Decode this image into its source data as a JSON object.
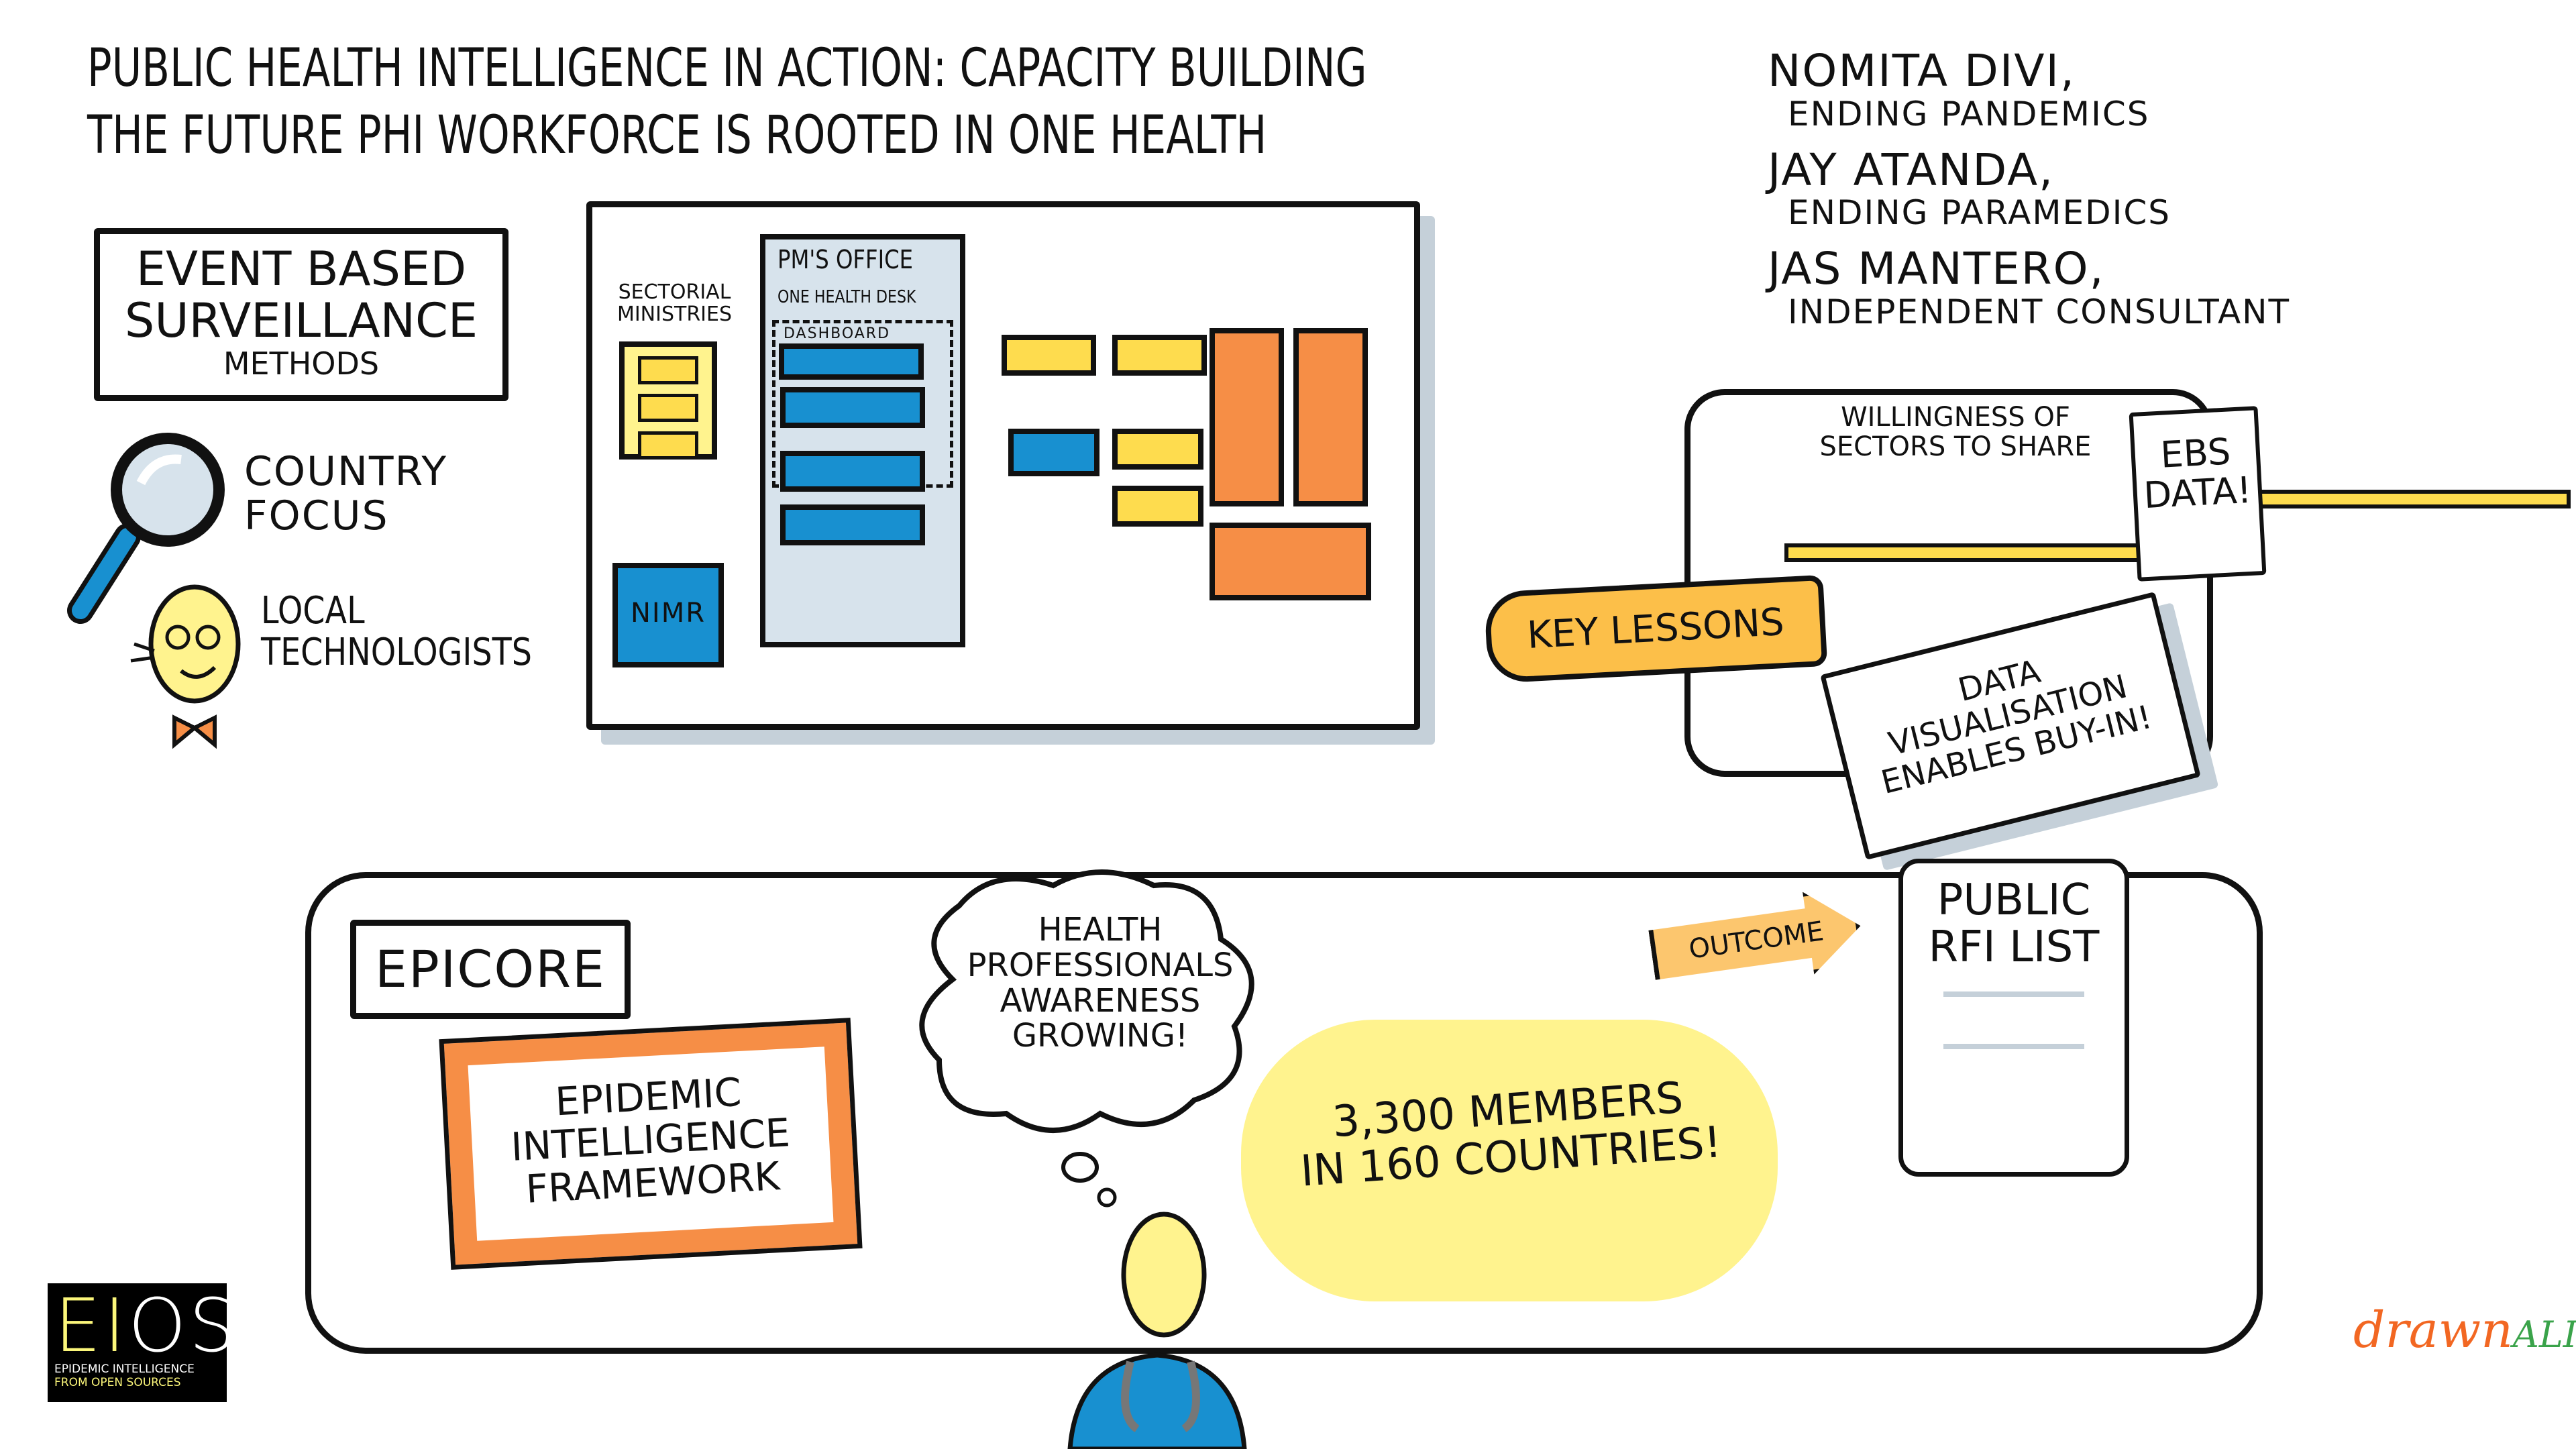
{
  "title": {
    "line1": "Public Health Intelligence in Action: Capacity Building",
    "line2": "The future PHI workforce is rooted in One Health"
  },
  "speakers": [
    {
      "name": "Nomita Divi,",
      "org": "Ending Pandemics"
    },
    {
      "name": "Jay Atanda,",
      "org": "Ending Paramedics"
    },
    {
      "name": "Jas Mantero,",
      "org": "Independent Consultant"
    }
  ],
  "ebs": {
    "line1": "Event Based",
    "line2": "Surveillance",
    "line3": "Methods"
  },
  "country_focus": {
    "line1": "Country",
    "line2": "Focus"
  },
  "local_tech": {
    "line1": "Local",
    "line2": "Technologists"
  },
  "diagram": {
    "sectorial": "Sectorial Ministries",
    "pm_office": "PM's Office",
    "one_health_desk": "One Health Desk",
    "dashboard": "Dashboard",
    "nimr": "NIMR"
  },
  "key_lessons": {
    "label": "Key Lessons",
    "willingness": "Willingness of sectors to share",
    "ebs_data": "EBS Data!",
    "data_vis": "Data visualisation enables buy-in!"
  },
  "epicore": {
    "label": "EpiCore",
    "framework": "Epidemic Intelligence Framework",
    "cloud": "Health professionals awareness growing!",
    "members_line1": "3,300 members",
    "members_line2": "in 160 countries!",
    "outcome": "Outcome",
    "scroll": "Public RFI List"
  },
  "logo": {
    "big_a": "EI",
    "big_b": "OS",
    "sub1": "Epidemic Intelligence",
    "sub2": "From Open Sources"
  },
  "signature": {
    "a": "drawn",
    "b": "alism"
  },
  "colors": {
    "blue": "#1890d0",
    "yellow": "#fedc4e",
    "orange": "#f68e46",
    "pale_yellow": "#fff38e",
    "panel": "#d7e3ec"
  }
}
